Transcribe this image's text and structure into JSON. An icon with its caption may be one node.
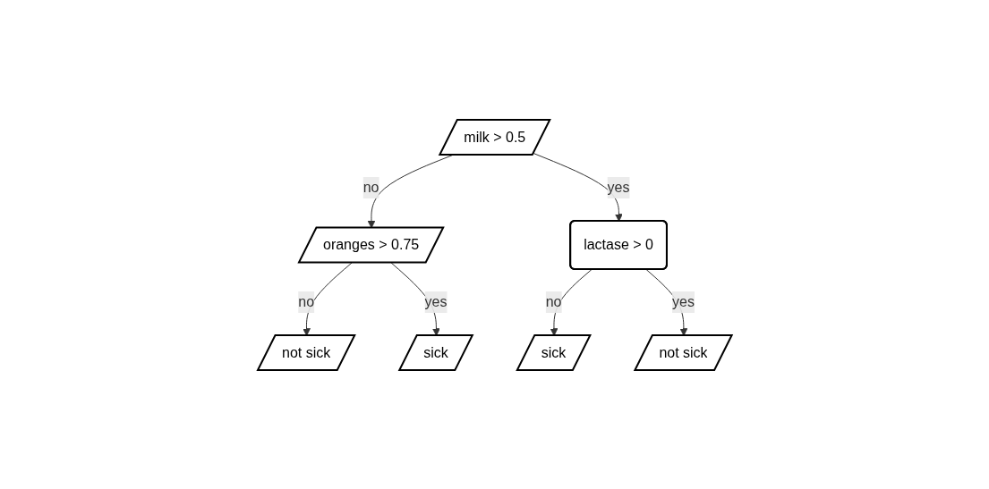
{
  "diagram": {
    "nodes": [
      {
        "text": [
          "milk > 0.5"
        ]
      },
      {
        "text": [
          "lactase > 0"
        ]
      },
      {
        "text": [
          "oranges > 0.75"
        ]
      },
      {
        "text": [
          "not sick"
        ]
      },
      {
        "text": [
          "sick"
        ]
      },
      {
        "text": [
          "sick"
        ]
      },
      {
        "text": [
          "not sick"
        ]
      }
    ],
    "edges": [
      {
        "from": 0,
        "to": 2,
        "label": "no",
        "arrow": "to"
      },
      {
        "from": 0,
        "to": 1,
        "label": "yes",
        "arrow": "to"
      },
      {
        "from": 2,
        "to": 3,
        "label": "no",
        "arrow": "to"
      },
      {
        "from": 2,
        "to": 4,
        "label": "yes",
        "arrow": "to"
      },
      {
        "from": 1,
        "to": 5,
        "label": "no",
        "arrow": "to"
      },
      {
        "from": 1,
        "to": 6,
        "label": "yes",
        "arrow": "to"
      }
    ]
  }
}
